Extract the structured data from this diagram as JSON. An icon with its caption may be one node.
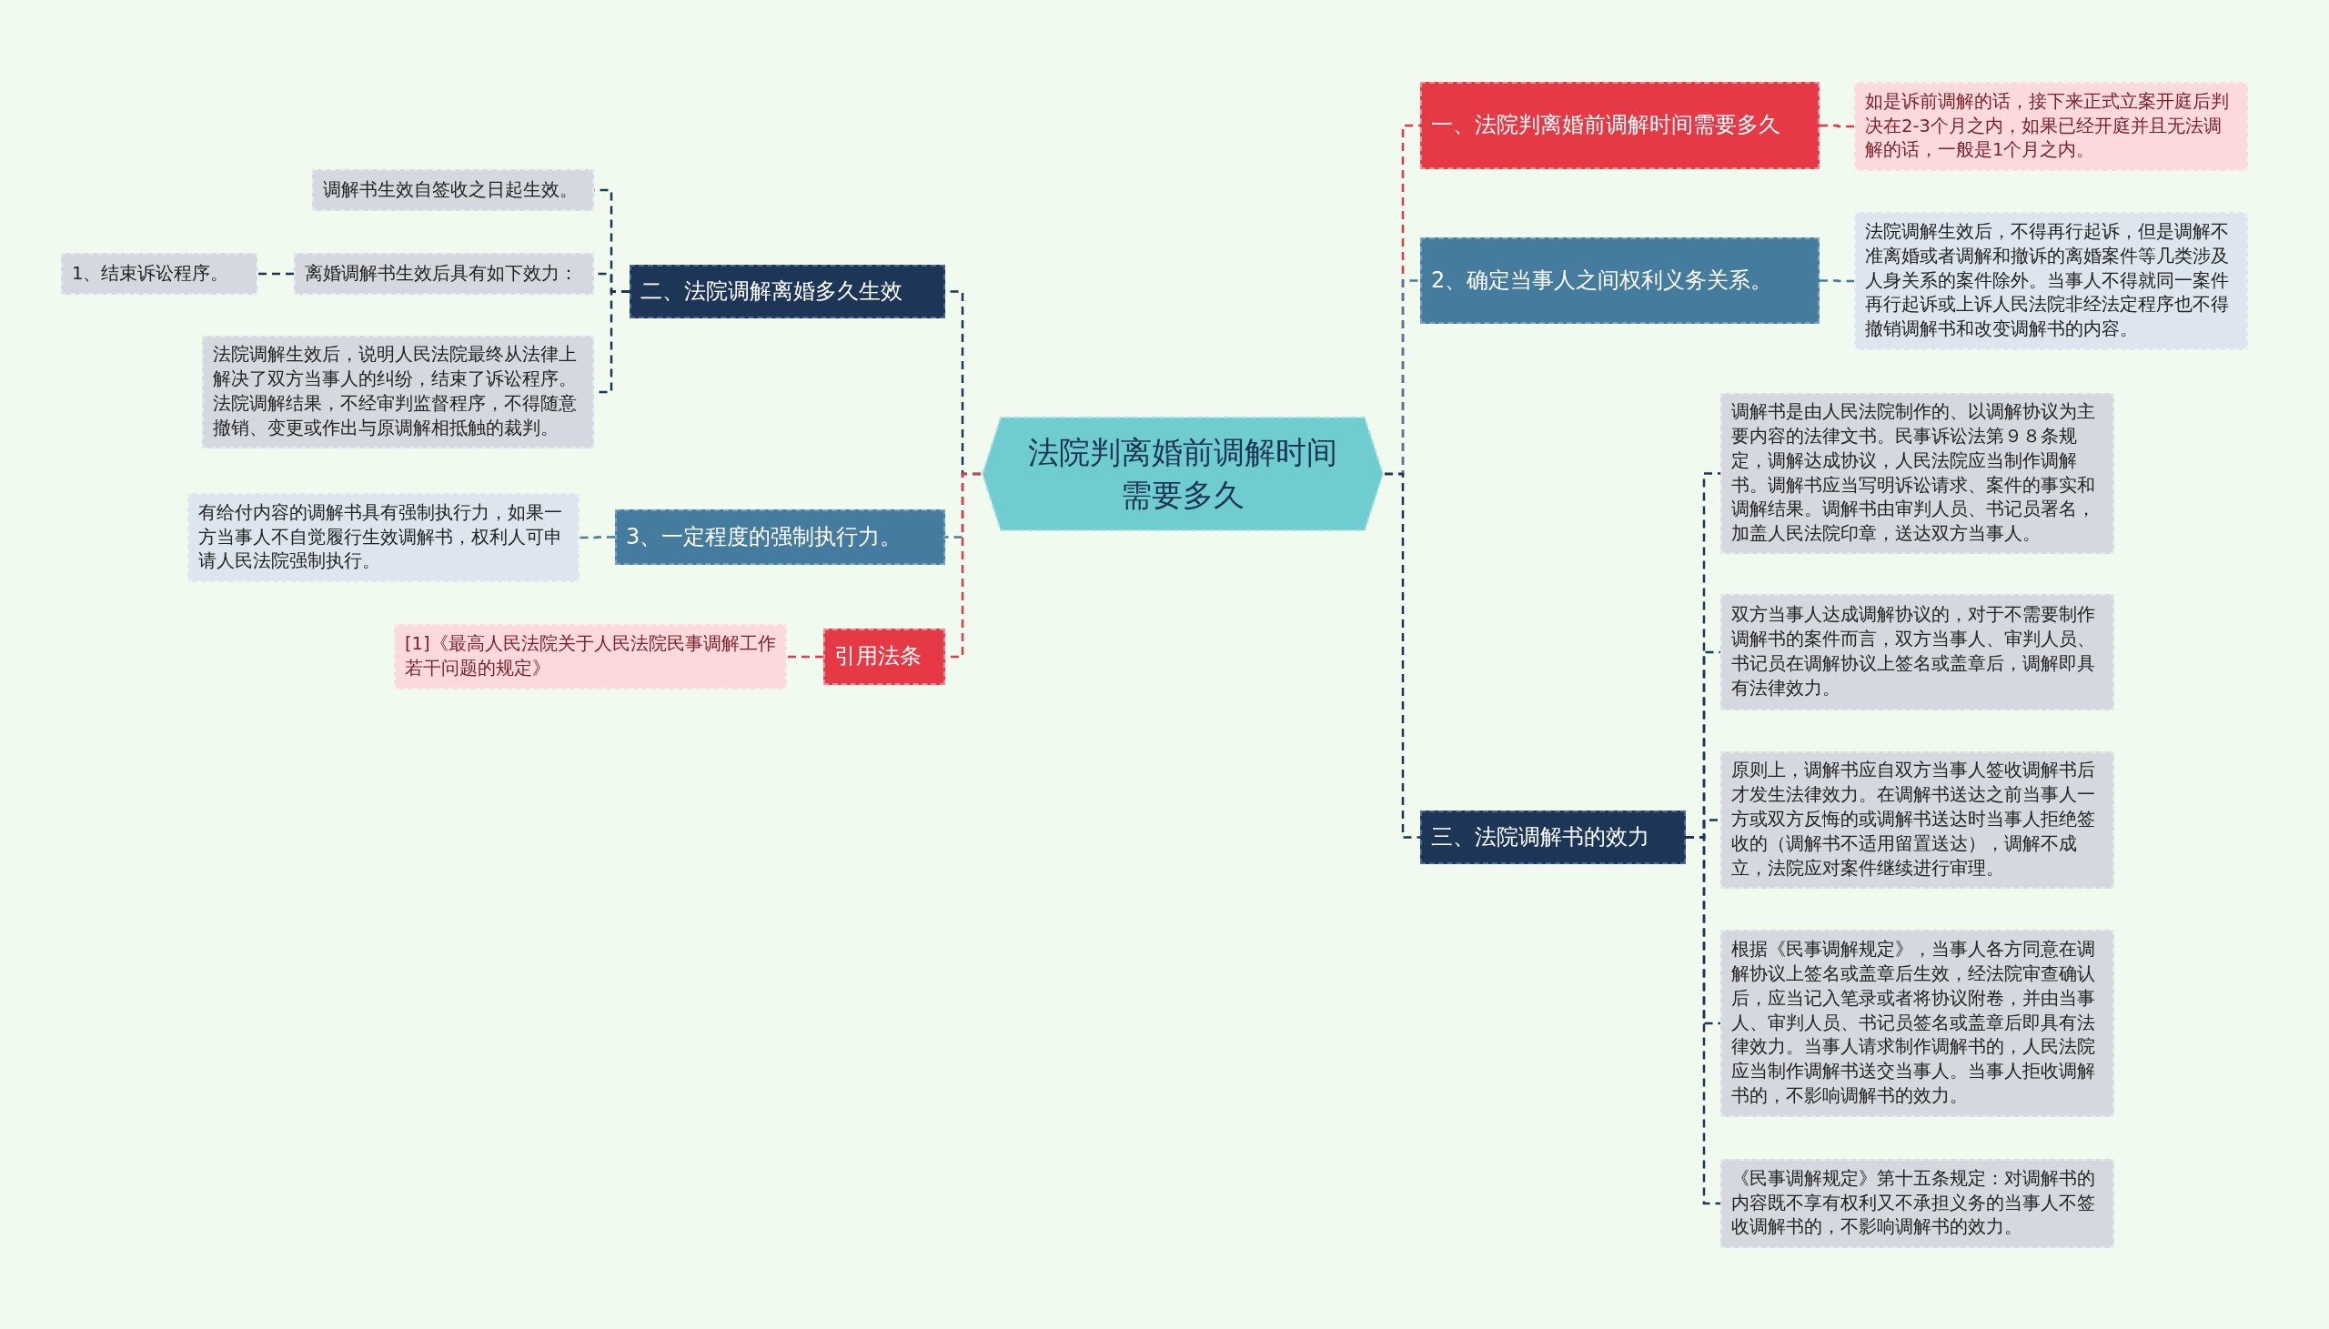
{
  "diagram": {
    "nodes": [
      {
        "text": [
          "法院判离婚前调解时间需要多久"
        ]
      },
      {
        "text": [
          "二、法院调解离婚多久生效"
        ]
      },
      {
        "text": [
          "调解书生效自签收之日起生效。"
        ]
      },
      {
        "text": [
          "离婚调解书生效后具有如下效力："
        ]
      },
      {
        "text": [
          "1、结束诉讼程序。"
        ]
      },
      {
        "text": [
          "法院调解生效后，说明人民法院最终从法律上解决了双方当事人的纠纷，结束了诉讼程序。法院调解结果，不经审判监督程序，不得随意撤销、变更或作出与原调解相抵触的裁判。"
        ]
      },
      {
        "text": [
          "3、一定程度的强制执行力。"
        ]
      },
      {
        "text": [
          "有给付内容的调解书具有强制执行力，如果一方当事人不自觉履行生效调解书，权利人可申请人民法院强制执行。"
        ]
      },
      {
        "text": [
          "引用法条"
        ]
      },
      {
        "text": [
          "[1]《最高人民法院关于人民法院民事调解工作若干问题的规定》"
        ]
      },
      {
        "text": [
          "一、法院判离婚前调解时间需要多久"
        ]
      },
      {
        "text": [
          "如是诉前调解的话，接下来正式立案开庭后判决在2-3个月之内，如果已经开庭并且无法调解的话，一般是1个月之内。"
        ]
      },
      {
        "text": [
          "2、确定当事人之间权利义务关系。"
        ]
      },
      {
        "text": [
          "法院调解生效后，不得再行起诉，但是调解不准离婚或者调解和撤诉的离婚案件等几类涉及人身关系的案件除外。当事人不得就同一案件再行起诉或上诉人民法院非经法定程序也不得撤销调解书和改变调解书的内容。"
        ]
      },
      {
        "text": [
          "三、法院调解书的效力"
        ]
      },
      {
        "text": [
          "调解书是由人民法院制作的、以调解协议为主要内容的法律文书。民事诉讼法第９８条规定，调解达成协议，人民法院应当制作调解书。调解书应当写明诉讼请求、案件的事实和调解结果。调解书由审判人员、书记员署名，加盖人民法院印章，送达双方当事人。"
        ]
      },
      {
        "text": [
          "双方当事人达成调解协议的，对于不需要制作调解书的案件而言，双方当事人、审判人员、书记员在调解协议上签名或盖章后，调解即具有法律效力。"
        ]
      },
      {
        "text": [
          "原则上，调解书应自双方当事人签收调解书后才发生法律效力。在调解书送达之前当事人一方或双方反悔的或调解书送达时当事人拒绝签收的（调解书不适用留置送达），调解不成立，法院应对案件继续进行审理。"
        ]
      },
      {
        "text": [
          "根据《民事调解规定》，当事人各方同意在调解协议上签名或盖章后生效，经法院审查确认后，应当记入笔录或者将协议附卷，并由当事人、审判人员、书记员签名或盖章后即具有法律效力。当事人请求制作调解书的，人民法院应当制作调解书送交当事人。当事人拒收调解书的，不影响调解书的效力。"
        ]
      },
      {
        "text": [
          "《民事调解规定》第十五条规定：对调解书的内容既不享有权利又不承担义务的当事人不签收调解书的，不影响调解书的效力。"
        ]
      }
    ],
    "edges": [
      {
        "from": 0,
        "to": 1,
        "arrow": "none"
      },
      {
        "from": 1,
        "to": 2,
        "arrow": "none"
      },
      {
        "from": 1,
        "to": 3,
        "arrow": "none"
      },
      {
        "from": 3,
        "to": 4,
        "arrow": "none"
      },
      {
        "from": 1,
        "to": 5,
        "arrow": "none"
      },
      {
        "from": 0,
        "to": 6,
        "arrow": "none",
        "color": "#457b9d"
      },
      {
        "from": 6,
        "to": 7,
        "arrow": "none",
        "color": "#457b9d"
      },
      {
        "from": 0,
        "to": 8,
        "arrow": "none",
        "color": "#e63946"
      },
      {
        "from": 8,
        "to": 9,
        "arrow": "none",
        "color": "#e63946"
      },
      {
        "from": 0,
        "to": 10,
        "arrow": "none",
        "color": "#e63946"
      },
      {
        "from": 10,
        "to": 11,
        "arrow": "none",
        "color": "#e63946"
      },
      {
        "from": 0,
        "to": 12,
        "arrow": "none",
        "color": "#457b9d"
      },
      {
        "from": 12,
        "to": 13,
        "arrow": "none",
        "color": "#457b9d"
      },
      {
        "from": 0,
        "to": 14,
        "arrow": "none"
      },
      {
        "from": 14,
        "to": 15,
        "arrow": "none"
      },
      {
        "from": 14,
        "to": 16,
        "arrow": "none"
      },
      {
        "from": 14,
        "to": 17,
        "arrow": "none"
      },
      {
        "from": 14,
        "to": 18,
        "arrow": "none"
      },
      {
        "from": 14,
        "to": 19,
        "arrow": "none"
      }
    ]
  }
}
